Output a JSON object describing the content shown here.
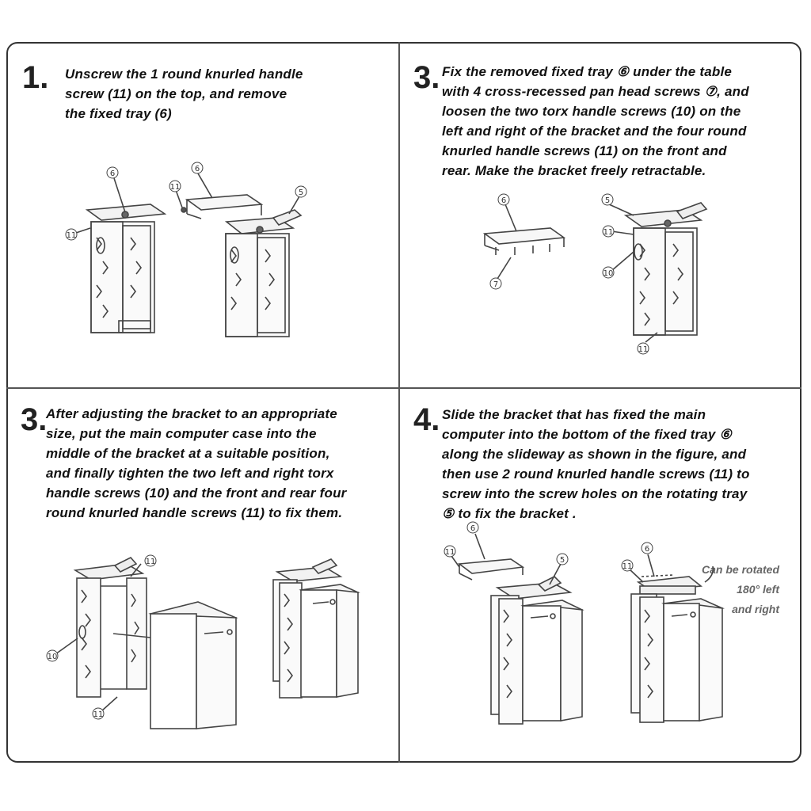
{
  "steps": [
    {
      "number": "1.",
      "lines": [
        "Unscrew the 1 round knurled handle",
        "screw (11) on the top, and remove",
        "the fixed tray (6)"
      ],
      "callouts": [
        "6",
        "6",
        "11",
        "11",
        "5"
      ]
    },
    {
      "number": "3.",
      "lines": [
        "Fix the removed fixed tray ⑥ under the table",
        "with 4 cross-recessed pan head screws ⑦, and",
        "loosen the two torx handle screws (10) on the",
        "left and right of the bracket and the four round",
        "knurled handle screws (11) on the front and",
        "rear. Make the bracket freely retractable."
      ],
      "callouts": [
        "6",
        "7",
        "5",
        "11",
        "10",
        "11"
      ]
    },
    {
      "number": "3.",
      "lines": [
        "After adjusting the bracket to an appropriate",
        "size, put the main computer case into the",
        "middle of the bracket at a suitable position,",
        "and finally tighten the two left and right torx",
        "handle screws (10) and the front and rear four",
        "round knurled handle screws (11) to fix them."
      ],
      "callouts": [
        "11",
        "10",
        "11"
      ]
    },
    {
      "number": "4.",
      "lines": [
        "Slide the bracket that has fixed the main",
        "computer into the bottom of the fixed tray ⑥",
        "along the slideway as shown in the figure, and",
        "then use 2 round knurled handle screws (11) to",
        "screw into the screw holes on the rotating tray",
        "⑤ to fix the bracket ."
      ],
      "callouts": [
        "6",
        "11",
        "5",
        "6",
        "11"
      ],
      "note": [
        "Can be rotated",
        "180° left",
        "and right"
      ]
    }
  ]
}
